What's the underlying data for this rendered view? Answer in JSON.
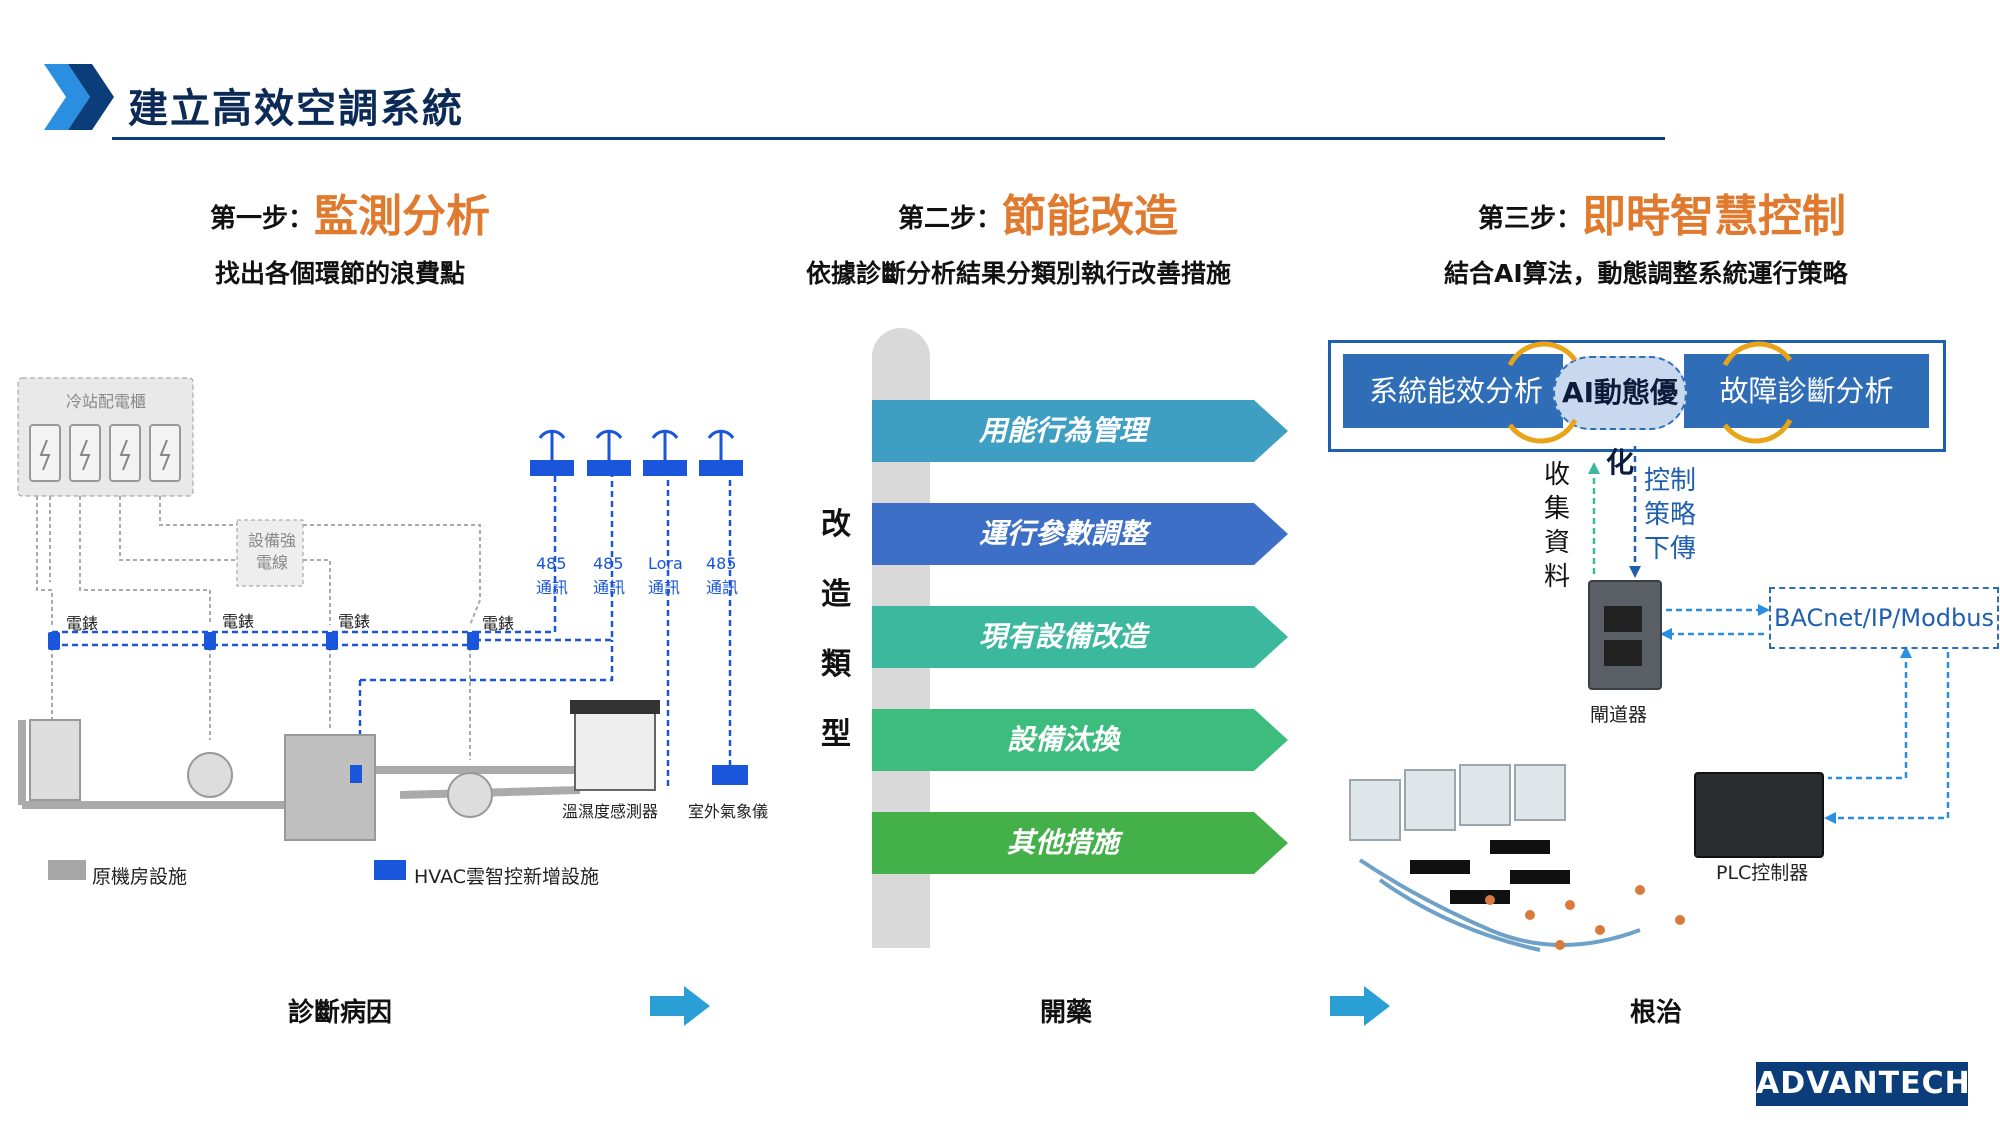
{
  "header": {
    "title": "建立高效空調系統"
  },
  "steps": [
    {
      "prefix": "第一步：",
      "highlight": "監測分析",
      "subtitle": "找出各個環節的浪費點"
    },
    {
      "prefix": "第二步：",
      "highlight": "節能改造",
      "subtitle": "依據診斷分析結果分類別執行改善措施"
    },
    {
      "prefix": "第三步：",
      "highlight": "即時智慧控制",
      "subtitle": "結合AI算法，動態調整系統運行策略"
    }
  ],
  "left_diagram": {
    "cabinet_label": "冷站配電櫃",
    "breaker_label": "設備強電線",
    "meter_labels": [
      "電錶",
      "電錶",
      "電錶",
      "電錶"
    ],
    "comm_labels": [
      "485通訊",
      "485通訊",
      "Lora通訊",
      "485通訊"
    ],
    "sensor_label": "溫濕度感測器",
    "weather_label": "室外氣象儀",
    "legend": [
      {
        "label": "原機房設施",
        "color": "#a6a6a6"
      },
      {
        "label": "HVAC雲智控新增設施",
        "color": "#1a56db"
      }
    ]
  },
  "middle_diagram": {
    "category_label": [
      "改",
      "造",
      "類",
      "型"
    ],
    "items": [
      {
        "label": "用能行為管理",
        "color": "#3f9fc2"
      },
      {
        "label": "運行參數調整",
        "color": "#3d6fc7"
      },
      {
        "label": "現有設備改造",
        "color": "#3bb89d"
      },
      {
        "label": "設備汰換",
        "color": "#3dbd7d"
      },
      {
        "label": "其他措施",
        "color": "#44b04a"
      }
    ]
  },
  "right_diagram": {
    "ai_left": "系統能效分析",
    "ai_center": "AI動態優化",
    "ai_right": "故障診斷分析",
    "collect_label": [
      "收",
      "集",
      "資",
      "料"
    ],
    "control_label": [
      "控制",
      "策略",
      "下傳"
    ],
    "gateway_label": "閘道器",
    "protocol_label": "BACnet/IP/Modbus",
    "plc_label": "PLC控制器"
  },
  "bottom": {
    "diagnose": "診斷病因",
    "prescribe": "開藥",
    "cure": "根治"
  },
  "logo": {
    "text": "ADVANTECH"
  }
}
